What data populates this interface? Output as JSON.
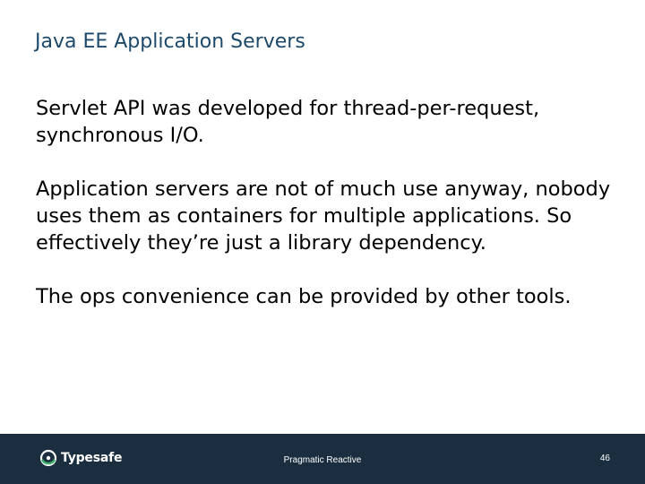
{
  "slide": {
    "title": "Java EE Application Servers",
    "paragraphs": [
      "Servlet API was developed for thread-per-request, synchronous I/O.",
      "Application servers are not of much use anyway, nobody uses them as containers for multiple applications. So effectively they’re just a library dependency.",
      "The ops convenience can be provided by other tools."
    ]
  },
  "footer": {
    "logo_text": "Typesafe",
    "center_text": "Pragmatic Reactive",
    "page_number": "46"
  },
  "colors": {
    "title": "#1d4a6b",
    "footer_background": "#1b2e3f",
    "logo_accent": "#3fae6b"
  }
}
